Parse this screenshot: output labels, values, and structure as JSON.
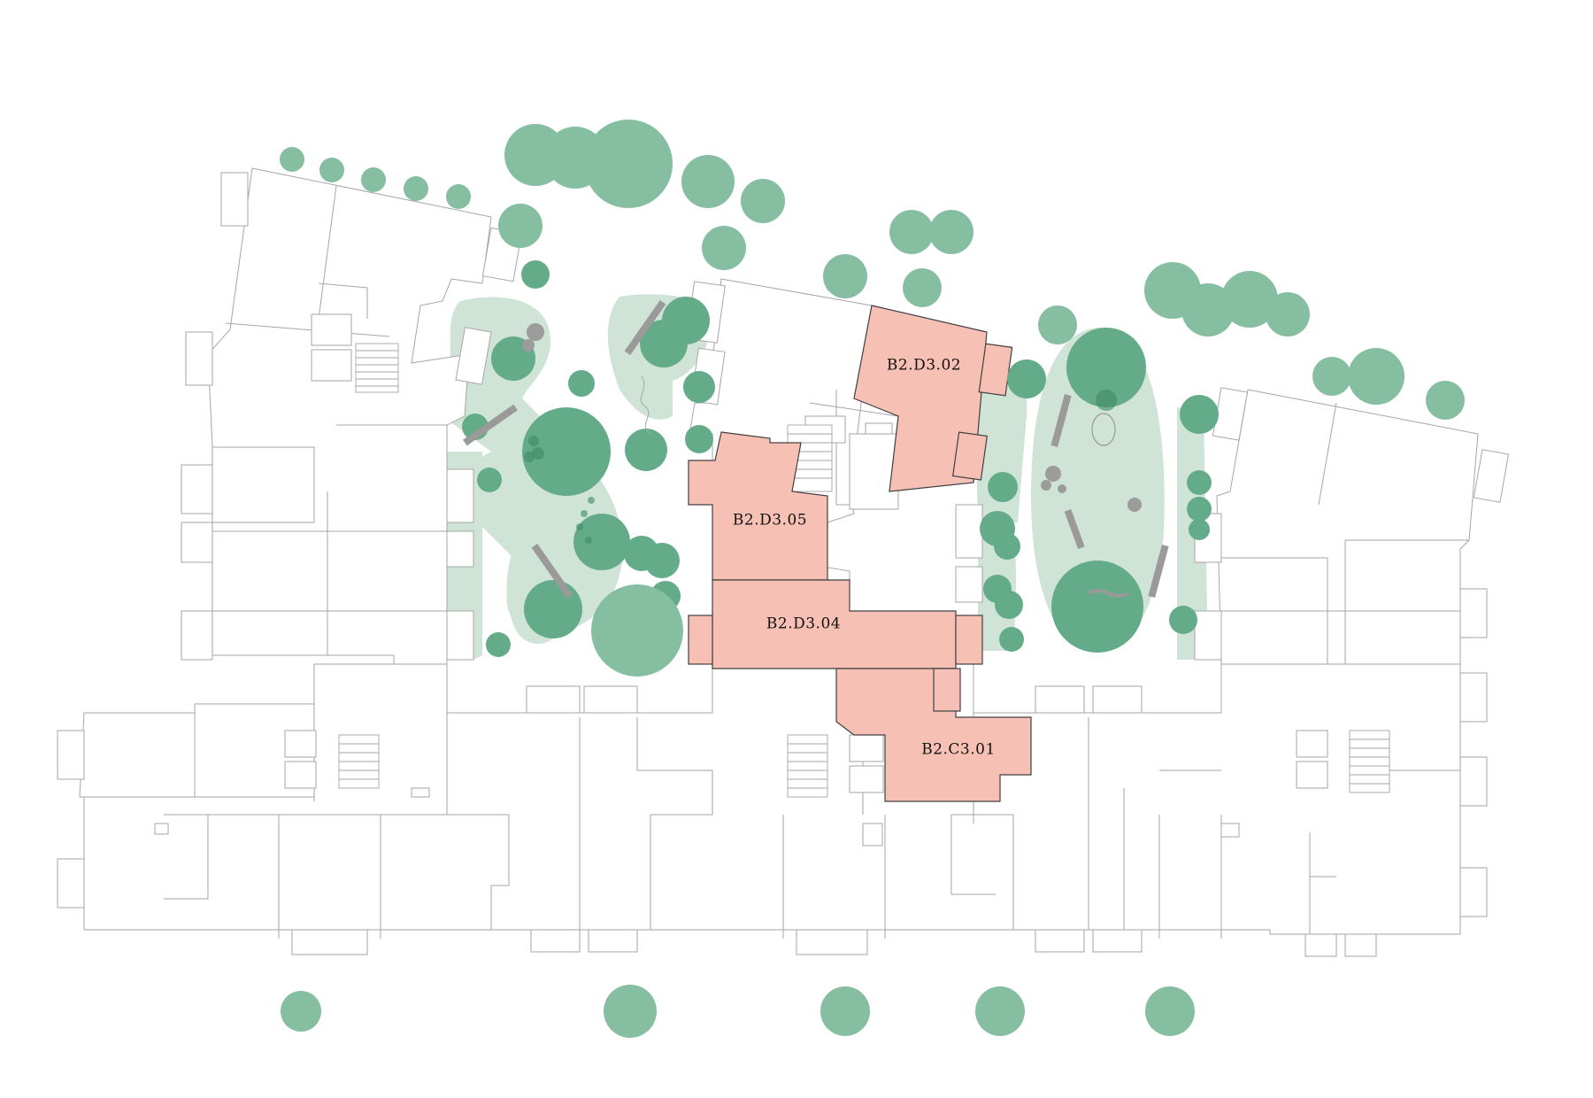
{
  "map": {
    "colors": {
      "unit_highlight": "#f7c0b4",
      "green_space": "#cfe4d7",
      "tree_light": "#86bea2",
      "tree_dark": "#64ab89",
      "building_outline": "#a6a6a6"
    },
    "units": [
      {
        "id": "B2.D3.02"
      },
      {
        "id": "B2.D3.05"
      },
      {
        "id": "B2.D3.04"
      },
      {
        "id": "B2.C3.01"
      }
    ]
  }
}
